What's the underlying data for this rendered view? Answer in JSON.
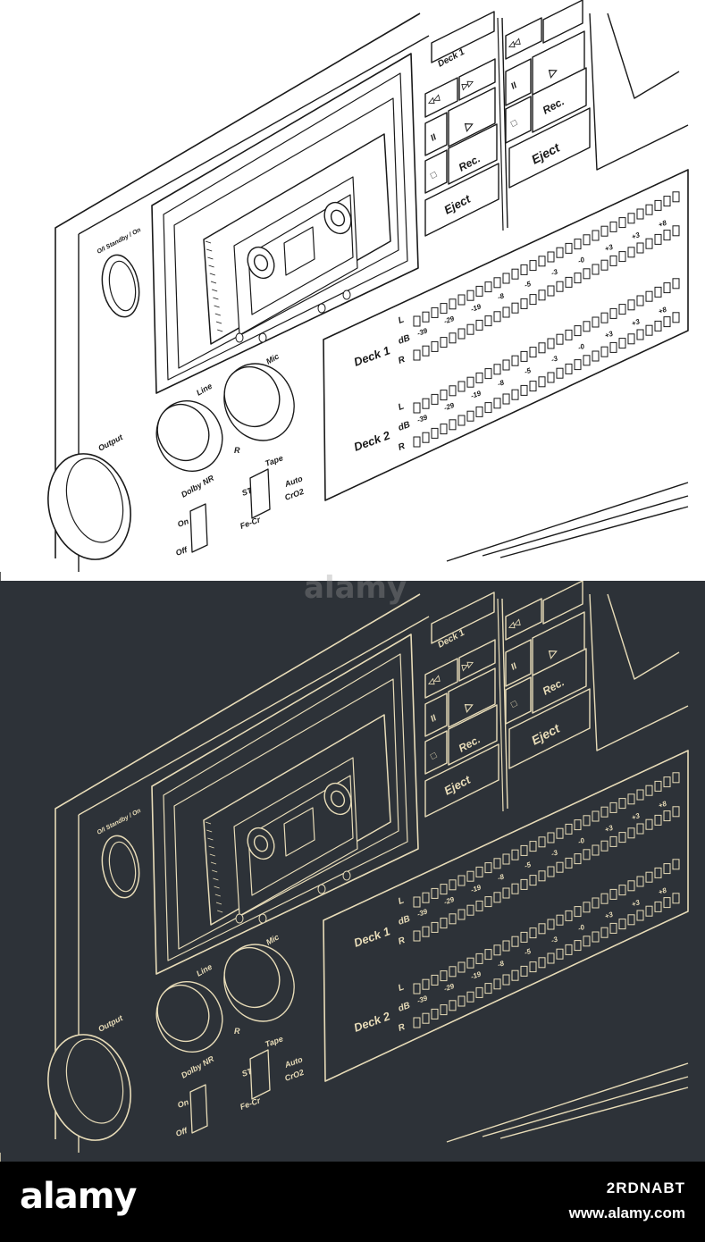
{
  "labels": {
    "deck1_button": "Deck 1",
    "power": "O/I Standby / On",
    "output": "Output",
    "line": "Line",
    "mic": "Mic",
    "right_channel": "R",
    "dolby_nr": "Dolby NR",
    "on": "On",
    "off": "Off",
    "tape": "Tape",
    "std": "STD",
    "auto": "Auto",
    "cro2": "CrO2",
    "fecr": "Fe-Cr",
    "rec": "Rec.",
    "eject": "Eject",
    "deck1": "Deck 1",
    "deck2": "Deck 2",
    "db": "dB",
    "L": "L",
    "R": "R"
  },
  "meter_scale": [
    "-39",
    "-29",
    "-19",
    "-8",
    "-5",
    "-3",
    "-0",
    "+3",
    "+3",
    "+8"
  ],
  "watermark": "alamy",
  "footer": {
    "logo": "alamy",
    "image_id": "2RDNABT",
    "url": "www.alamy.com"
  },
  "colors": {
    "light_bg": "#ffffff",
    "light_line": "#1a1a1a",
    "dark_bg": "#2d3238",
    "dark_line": "#e8dcb8",
    "footer_bg": "#000000"
  }
}
